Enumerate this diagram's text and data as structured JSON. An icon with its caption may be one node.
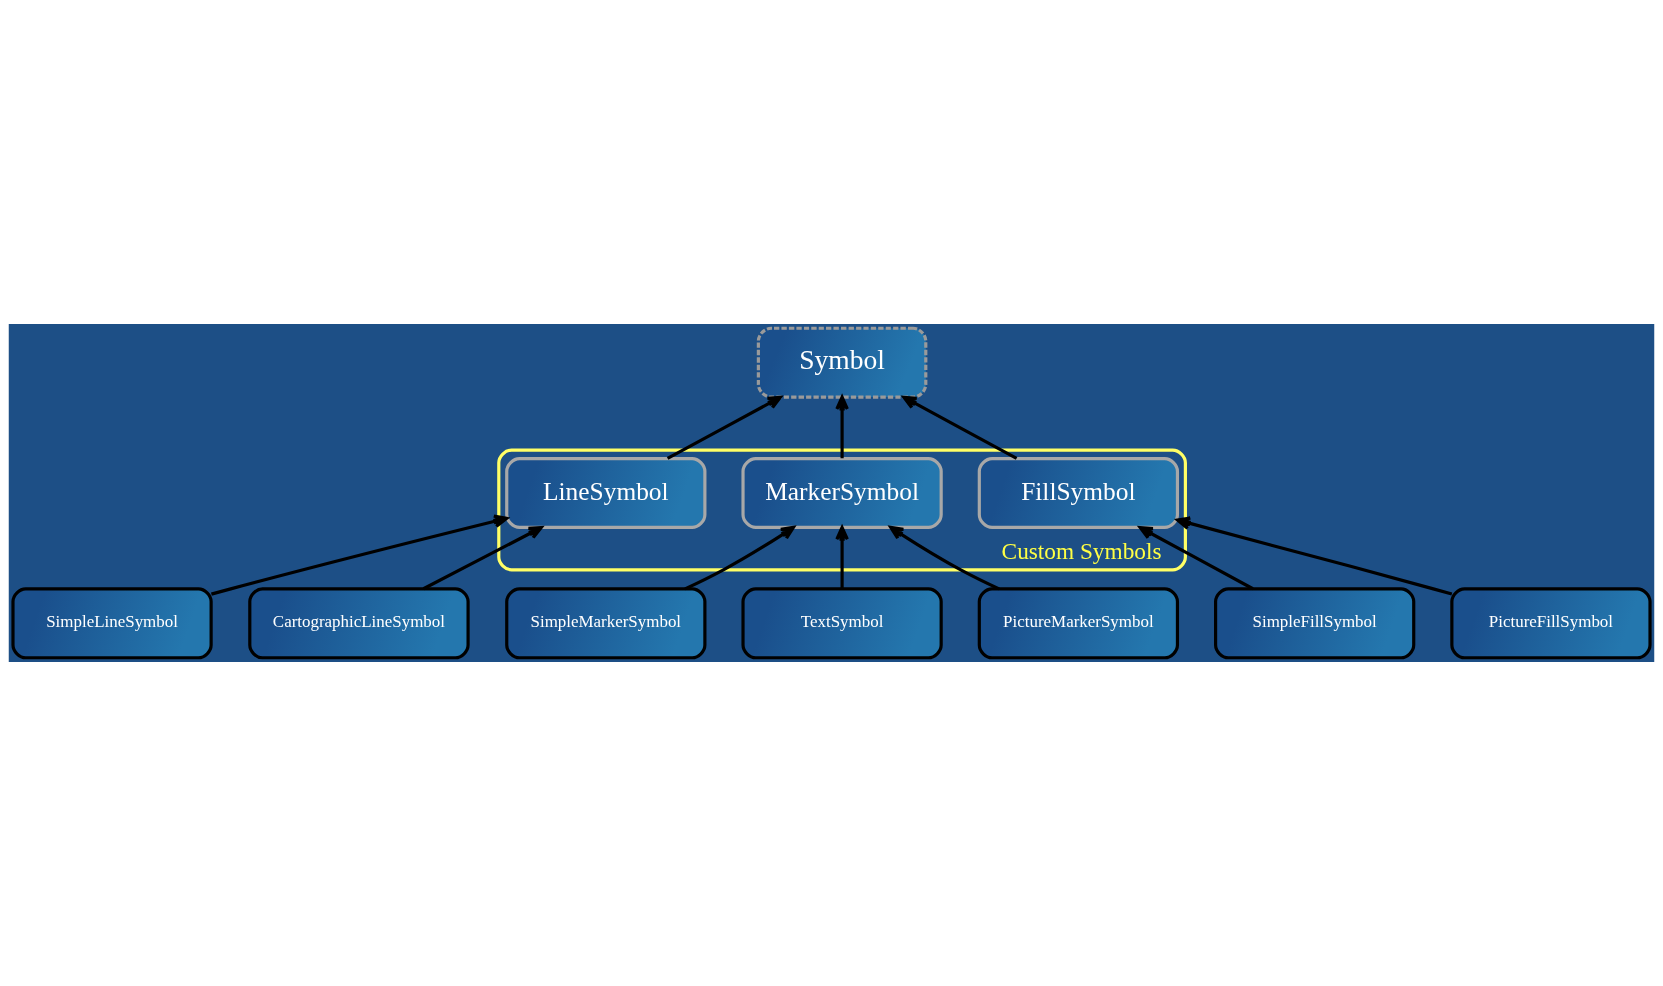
{
  "diagram": {
    "nodes": [
      {
        "text": [
          "Symbol"
        ]
      },
      {
        "text": [
          "Custom Symbols"
        ]
      },
      {
        "text": [
          "MarkerSymbol"
        ],
        "in": 1
      },
      {
        "text": [
          "LineSymbol"
        ],
        "in": 1
      },
      {
        "text": [
          "FillSymbol"
        ],
        "in": 1
      },
      {
        "text": [
          "SimpleMarkerSymbol"
        ]
      },
      {
        "text": [
          "SimpleLineSymbol"
        ]
      },
      {
        "text": [
          "SimpleFillSymbol"
        ]
      },
      {
        "text": [
          "TextSymbol"
        ]
      },
      {
        "text": [
          "CartographicLineSymbol"
        ]
      },
      {
        "text": [
          "PictureFillSymbol"
        ]
      },
      {
        "text": [
          "PictureMarkerSymbol"
        ]
      }
    ],
    "edges": [
      {
        "from": 2,
        "to": 0,
        "arrow": "to"
      },
      {
        "from": 3,
        "to": 0,
        "arrow": "to"
      },
      {
        "from": 4,
        "to": 0,
        "arrow": "to"
      },
      {
        "from": 5,
        "to": 2,
        "arrow": "to"
      },
      {
        "from": 8,
        "to": 2,
        "arrow": "to"
      },
      {
        "from": 11,
        "to": 2,
        "arrow": "to"
      },
      {
        "from": 6,
        "to": 3,
        "arrow": "to"
      },
      {
        "from": 9,
        "to": 3,
        "arrow": "to"
      },
      {
        "from": 7,
        "to": 4,
        "arrow": "to"
      },
      {
        "from": 10,
        "to": 4,
        "arrow": "to"
      }
    ]
  }
}
